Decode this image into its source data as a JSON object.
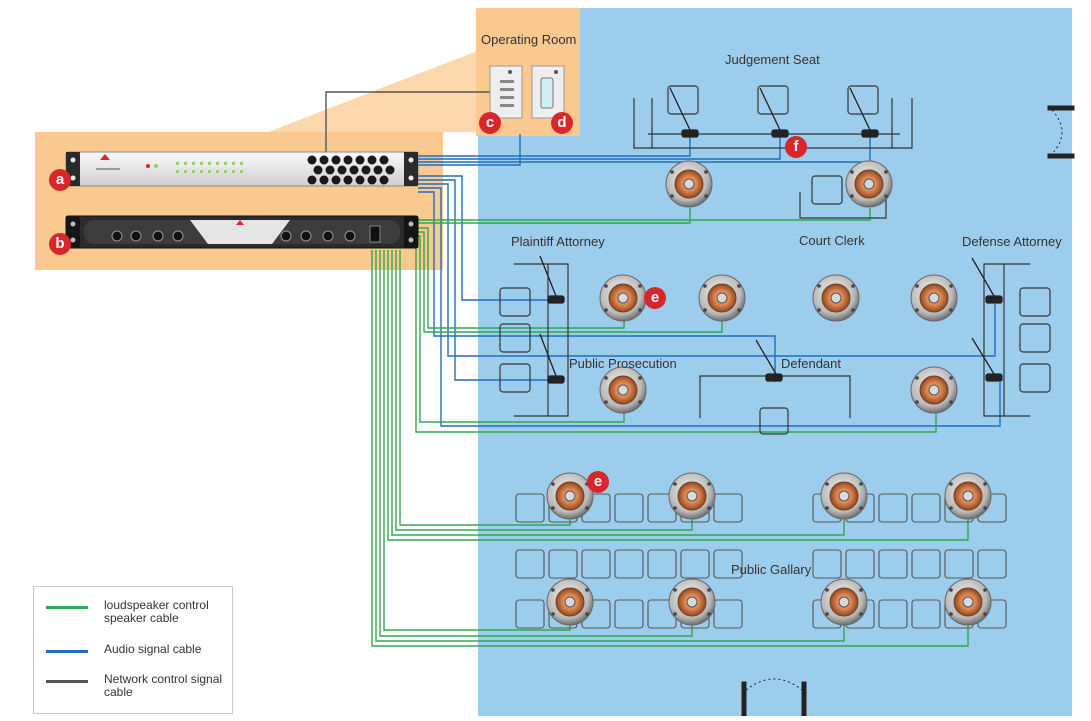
{
  "labels": {
    "operating_room": "Operating Room",
    "judgement_seat": "Judgement Seat",
    "plaintiff_attorney": "Plaintiff Attorney",
    "court_clerk": "Court Clerk",
    "defense_attorney": "Defense Attorney",
    "public_prosecution": "Public  Prosecution",
    "defendant": "Defendant",
    "public_gallery": "Public Gallary"
  },
  "badges": {
    "a": "a",
    "b": "b",
    "c": "c",
    "d": "d",
    "e": "e",
    "f": "f"
  },
  "legend": {
    "items": [
      {
        "label": "loudspeaker control speaker cable",
        "color": "#2fa84f"
      },
      {
        "label": "Audio signal cable",
        "color": "#1f6fc0"
      },
      {
        "label": "Network control signal cable",
        "color": "#555555"
      }
    ]
  },
  "colors": {
    "courtroom_floor": "#9dcdec",
    "equipment_zone": "#f9c98f",
    "badge": "#d8262b",
    "speaker_cable": "#2fa84f",
    "audio_cable": "#1f6fc0",
    "network_cable": "#555555"
  }
}
